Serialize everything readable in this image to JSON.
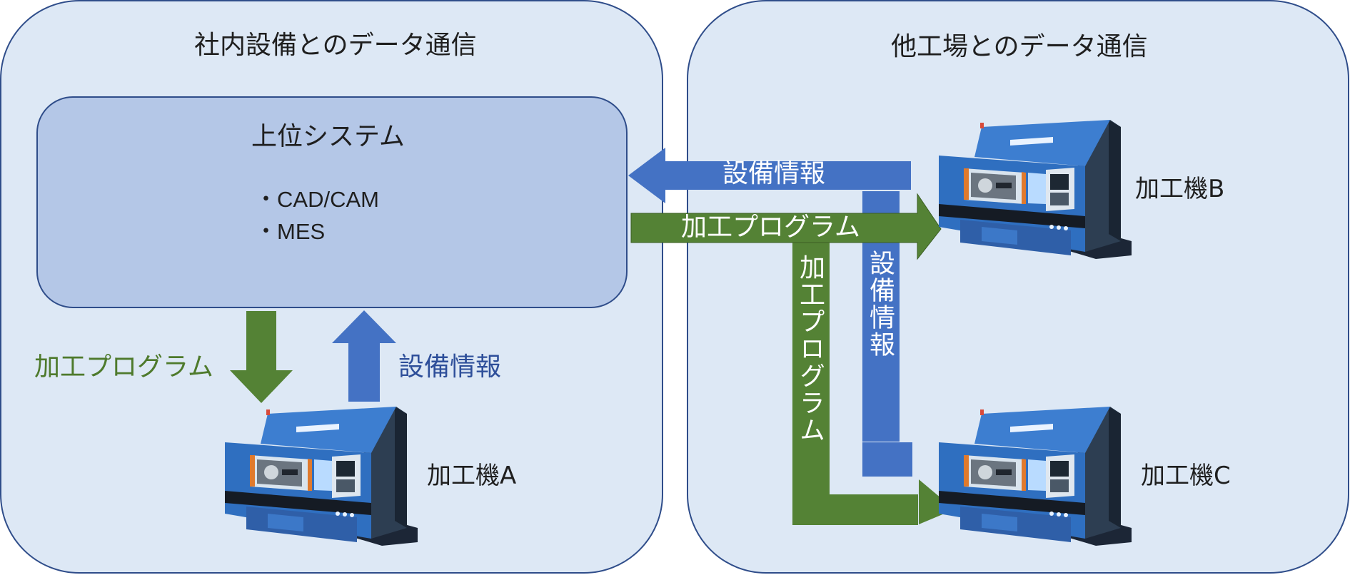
{
  "panels": {
    "left_title": "社内設備とのデータ通信",
    "right_title": "他工場とのデータ通信"
  },
  "system": {
    "title": "上位システム",
    "items": [
      "・CAD/CAM",
      "・MES"
    ]
  },
  "labels": {
    "program": "加工プログラム",
    "equipment_info": "設備情報",
    "program_vertical": "加工プログラム",
    "equipment_info_vertical": "設備情報"
  },
  "machines": {
    "a": "加工機A",
    "b": "加工機B",
    "c": "加工機C"
  },
  "colors": {
    "panel_fill": "#dde8f5",
    "panel_stroke": "#2f4d8a",
    "system_fill": "#b4c7e7",
    "blue_arrow": "#4472c4",
    "green_arrow": "#548235"
  }
}
